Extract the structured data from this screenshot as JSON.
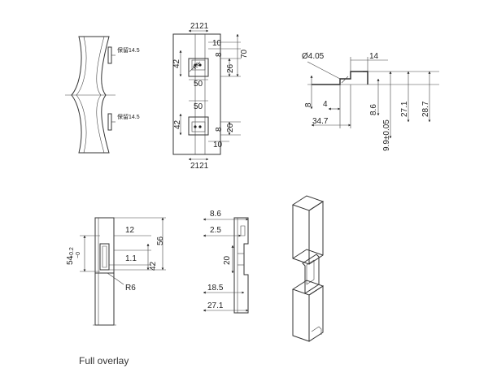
{
  "caption": "Full overlay",
  "view_a": {
    "label_top": "保留14.5",
    "label_bottom": "保留14.5"
  },
  "view_b": {
    "top_pair": "2121",
    "d10_top": "10",
    "d8_top": "8",
    "d42_top": "42",
    "d26_top": "26",
    "d70": "70",
    "r6": "R6",
    "d50_top": "50",
    "d50_bot": "50",
    "d42_bot": "42",
    "d8_bot": "8",
    "d26_bot": "26",
    "d10_bot": "10",
    "bottom_pair": "2121"
  },
  "view_c": {
    "phi": "Ø4.05",
    "d14": "14",
    "d8": "8",
    "d4": "4",
    "d34_7": "34.7",
    "d8_6": "8.6",
    "d9_9": "9.9±0.05",
    "d27_1": "27.1",
    "d28_7": "28.7"
  },
  "view_d": {
    "d12": "12",
    "d56": "56",
    "tol_main": "54",
    "tol_sup": "+0.2",
    "tol_sub": "−0",
    "d1_1": "1.1",
    "d42": "42",
    "r6": "R6"
  },
  "view_e": {
    "d8_6": "8.6",
    "d2_5": "2.5",
    "d20": "20",
    "d18_5": "18.5",
    "d27_1": "27.1"
  }
}
